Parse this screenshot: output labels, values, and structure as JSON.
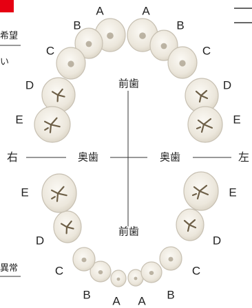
{
  "colors": {
    "accent": "#e60012",
    "tooth_fill": "#efebe3",
    "tooth_outline": "#c7c0b2",
    "groove": "#6e6048",
    "line": "#333333"
  },
  "upper": [
    {
      "letter": "A",
      "side": "right",
      "label": "A"
    },
    {
      "letter": "A",
      "side": "left",
      "label": "A"
    },
    {
      "letter": "B",
      "side": "right",
      "label": "B"
    },
    {
      "letter": "B",
      "side": "left",
      "label": "B"
    },
    {
      "letter": "C",
      "side": "right",
      "label": "C"
    },
    {
      "letter": "C",
      "side": "left",
      "label": "C"
    },
    {
      "letter": "D",
      "side": "right",
      "label": "D"
    },
    {
      "letter": "D",
      "side": "left",
      "label": "D"
    },
    {
      "letter": "E",
      "side": "right",
      "label": "E"
    },
    {
      "letter": "E",
      "side": "left",
      "label": "E"
    }
  ],
  "lower": [
    {
      "letter": "A",
      "side": "right",
      "label": "A"
    },
    {
      "letter": "A",
      "side": "left",
      "label": "A"
    },
    {
      "letter": "B",
      "side": "right",
      "label": "B"
    },
    {
      "letter": "B",
      "side": "left",
      "label": "B"
    },
    {
      "letter": "C",
      "side": "right",
      "label": "C"
    },
    {
      "letter": "C",
      "side": "left",
      "label": "C"
    },
    {
      "letter": "D",
      "side": "right",
      "label": "D"
    },
    {
      "letter": "D",
      "side": "left",
      "label": "D"
    },
    {
      "letter": "E",
      "side": "right",
      "label": "E"
    },
    {
      "letter": "E",
      "side": "left",
      "label": "E"
    }
  ],
  "center": {
    "front_top": "前歯",
    "front_bottom": "前歯",
    "back_right": "奥歯",
    "back_left": "奥歯",
    "side_right": "右",
    "side_left": "左"
  },
  "left_margin": {
    "text_top": "希望",
    "text_mid": "い",
    "text_bottom": "異常"
  },
  "right_margin": {
    "glyph": "二"
  }
}
